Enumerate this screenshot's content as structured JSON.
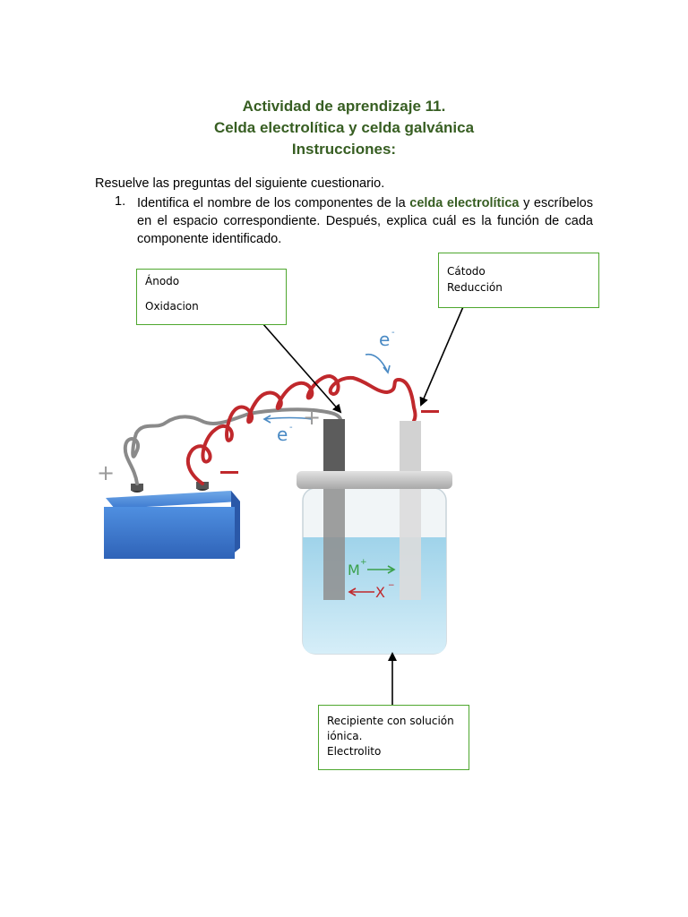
{
  "header": {
    "title_line1": "Actividad de aprendizaje 11.",
    "title_line2": "Celda electrolítica y celda galvánica",
    "title_line3": "Instrucciones:"
  },
  "body": {
    "intro": "Resuelve las preguntas del siguiente cuestionario.",
    "question1": {
      "number": "1.",
      "text_before": "Identifica el nombre de los componentes de la ",
      "highlight": "celda electrolítica",
      "text_after": " y escríbelos en el espacio correspondiente. Después, explica cuál es la función de cada componente identificado."
    }
  },
  "diagram": {
    "anode_box": {
      "line1": "Ánodo",
      "line2": "Oxidacion"
    },
    "cathode_box": {
      "line1": "Cátodo",
      "line2": "Reducción"
    },
    "electrolyte_box": {
      "line1": "Recipiente con solución",
      "line2": "iónica.",
      "line3": "Electrolito"
    },
    "labels": {
      "electron_top": "e",
      "electron_bottom": "e",
      "electron_sup": "-",
      "cation": "M",
      "cation_sup": "+",
      "anion": "X",
      "anion_sup": "−",
      "plus_battery": "+",
      "plus_anode": "+"
    },
    "colors": {
      "title_green": "#375e22",
      "box_border": "#4ea72e",
      "wire_red": "#c0282c",
      "wire_gray": "#8a8a8a",
      "arrow_blue": "#4a8ac4",
      "battery_blue": "#3f7fd0",
      "solution_blue": "#b9dff0",
      "ion_green": "#3aa04a"
    }
  }
}
